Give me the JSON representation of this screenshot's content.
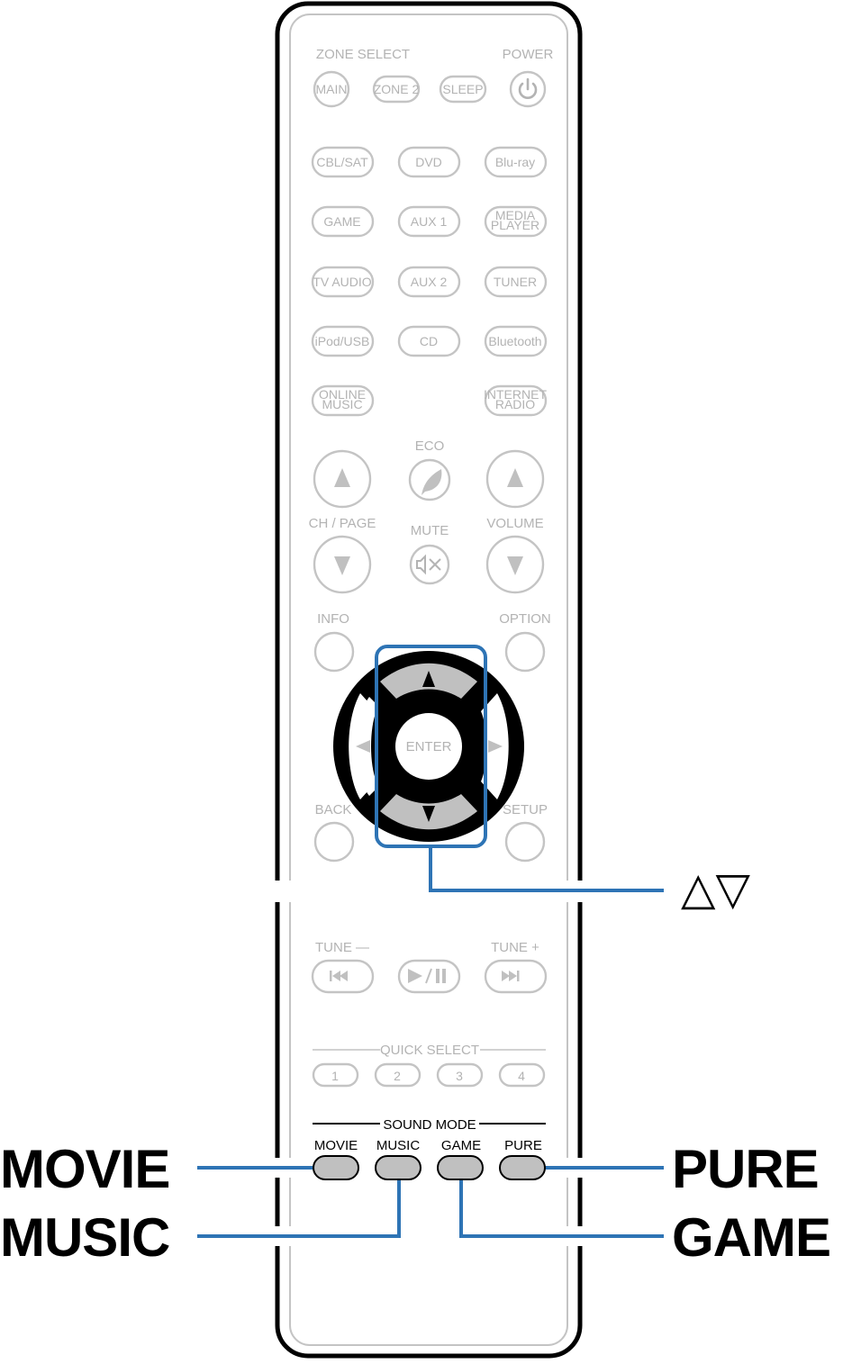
{
  "remote": {
    "zone_select_label": "ZONE SELECT",
    "power_label": "POWER",
    "zone_buttons": [
      "MAIN",
      "ZONE 2",
      "SLEEP"
    ],
    "power_icon": "power-icon",
    "source_rows": [
      [
        "CBL/SAT",
        "DVD",
        "Blu-ray"
      ],
      [
        "GAME",
        "AUX 1",
        "MEDIA|PLAYER"
      ],
      [
        "TV AUDIO",
        "AUX 2",
        "TUNER"
      ],
      [
        "iPod/USB",
        "CD",
        "Bluetooth"
      ],
      [
        "ONLINE|MUSIC",
        "",
        "INTERNET|RADIO"
      ]
    ],
    "eco_label": "ECO",
    "eco_icon": "leaf-icon",
    "ch_page_label": "CH / PAGE",
    "mute_label": "MUTE",
    "mute_icon": "speaker-mute-icon",
    "volume_label": "VOLUME",
    "info_label": "INFO",
    "option_label": "OPTION",
    "enter_label": "ENTER",
    "back_label": "BACK",
    "setup_label": "SETUP",
    "tune_minus_label": "TUNE —",
    "tune_plus_label": "TUNE +",
    "transport_icons": [
      "previous-icon",
      "play-pause-icon",
      "next-icon"
    ],
    "quick_select_label": "QUICK SELECT",
    "quick_select_buttons": [
      "1",
      "2",
      "3",
      "4"
    ],
    "sound_mode_label": "SOUND MODE",
    "sound_mode_buttons": [
      "MOVIE",
      "MUSIC",
      "GAME",
      "PURE"
    ]
  },
  "callouts": {
    "cursor_up_down": "△▽",
    "movie": "MOVIE",
    "music": "MUSIC",
    "pure": "PURE",
    "game": "GAME"
  },
  "colors": {
    "callout_line": "#2e74b5",
    "button_gray": "#c0c0c0",
    "faded_gray": "#b3b3b3",
    "outline_black": "#000000"
  }
}
